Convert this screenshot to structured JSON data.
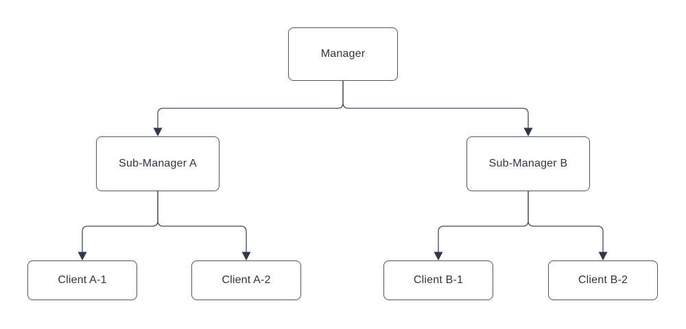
{
  "diagram": {
    "type": "org-chart",
    "nodes": {
      "manager": {
        "label": "Manager"
      },
      "sub_a": {
        "label": "Sub-Manager A"
      },
      "sub_b": {
        "label": "Sub-Manager B"
      },
      "client_a1": {
        "label": "Client A-1"
      },
      "client_a2": {
        "label": "Client A-2"
      },
      "client_b1": {
        "label": "Client B-1"
      },
      "client_b2": {
        "label": "Client B-2"
      }
    },
    "edges": [
      {
        "from": "Manager",
        "to": "Sub-Manager A"
      },
      {
        "from": "Manager",
        "to": "Sub-Manager B"
      },
      {
        "from": "Sub-Manager A",
        "to": "Client A-1"
      },
      {
        "from": "Sub-Manager A",
        "to": "Client A-2"
      },
      {
        "from": "Sub-Manager B",
        "to": "Client B-1"
      },
      {
        "from": "Sub-Manager B",
        "to": "Client B-2"
      }
    ],
    "colors": {
      "node_fill": "#ffffff",
      "node_border": "#4d5566",
      "connector": "#414a5a",
      "arrowhead": "#313949",
      "text": "#2e3440"
    }
  }
}
